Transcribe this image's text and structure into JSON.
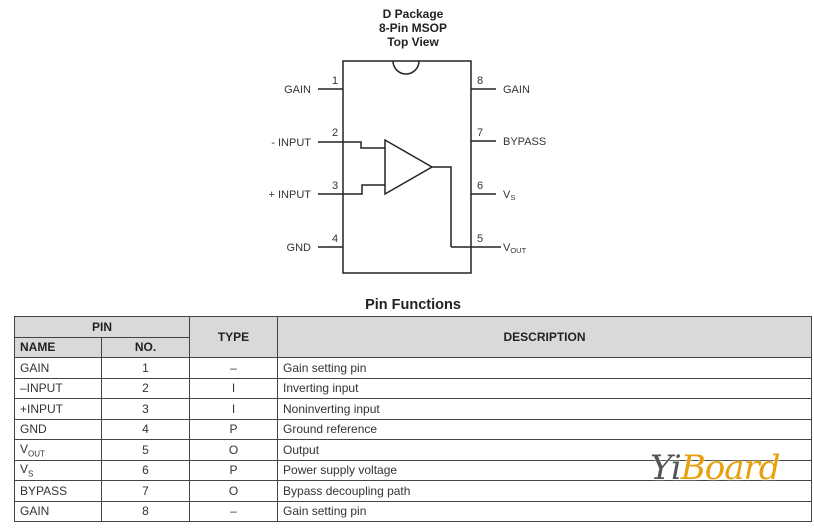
{
  "package": {
    "title_lines": [
      "D Package",
      "8-Pin MSOP",
      "Top View"
    ],
    "left_pins": [
      {
        "number": "1",
        "label": "GAIN"
      },
      {
        "number": "2",
        "label": "- INPUT"
      },
      {
        "number": "3",
        "label": "+ INPUT"
      },
      {
        "number": "4",
        "label": "GND"
      }
    ],
    "right_pins": [
      {
        "number": "8",
        "label": "GAIN"
      },
      {
        "number": "7",
        "label": "BYPASS"
      },
      {
        "number": "6",
        "label": "V",
        "subscript": "S"
      },
      {
        "number": "5",
        "label": "V",
        "subscript": "OUT"
      }
    ]
  },
  "pin_functions": {
    "title": "Pin Functions",
    "headers": {
      "pin": "PIN",
      "name": "NAME",
      "no": "NO.",
      "type": "TYPE",
      "description": "DESCRIPTION"
    },
    "rows": [
      {
        "name": "GAIN",
        "name_sub": "",
        "no": "1",
        "type": "–",
        "description": "Gain setting pin"
      },
      {
        "name": "–INPUT",
        "name_sub": "",
        "no": "2",
        "type": "I",
        "description": "Inverting input"
      },
      {
        "name": "+INPUT",
        "name_sub": "",
        "no": "3",
        "type": "I",
        "description": "Noninverting input"
      },
      {
        "name": "GND",
        "name_sub": "",
        "no": "4",
        "type": "P",
        "description": "Ground reference"
      },
      {
        "name": "V",
        "name_sub": "OUT",
        "no": "5",
        "type": "O",
        "description": "Output"
      },
      {
        "name": "V",
        "name_sub": "S",
        "no": "6",
        "type": "P",
        "description": "Power supply voltage"
      },
      {
        "name": "BYPASS",
        "name_sub": "",
        "no": "7",
        "type": "O",
        "description": "Bypass decoupling path"
      },
      {
        "name": "GAIN",
        "name_sub": "",
        "no": "8",
        "type": "–",
        "description": "Gain setting pin"
      }
    ]
  },
  "watermark": {
    "part1": "Yi",
    "part2": "Board",
    "accent_color": "#e8a10c"
  }
}
